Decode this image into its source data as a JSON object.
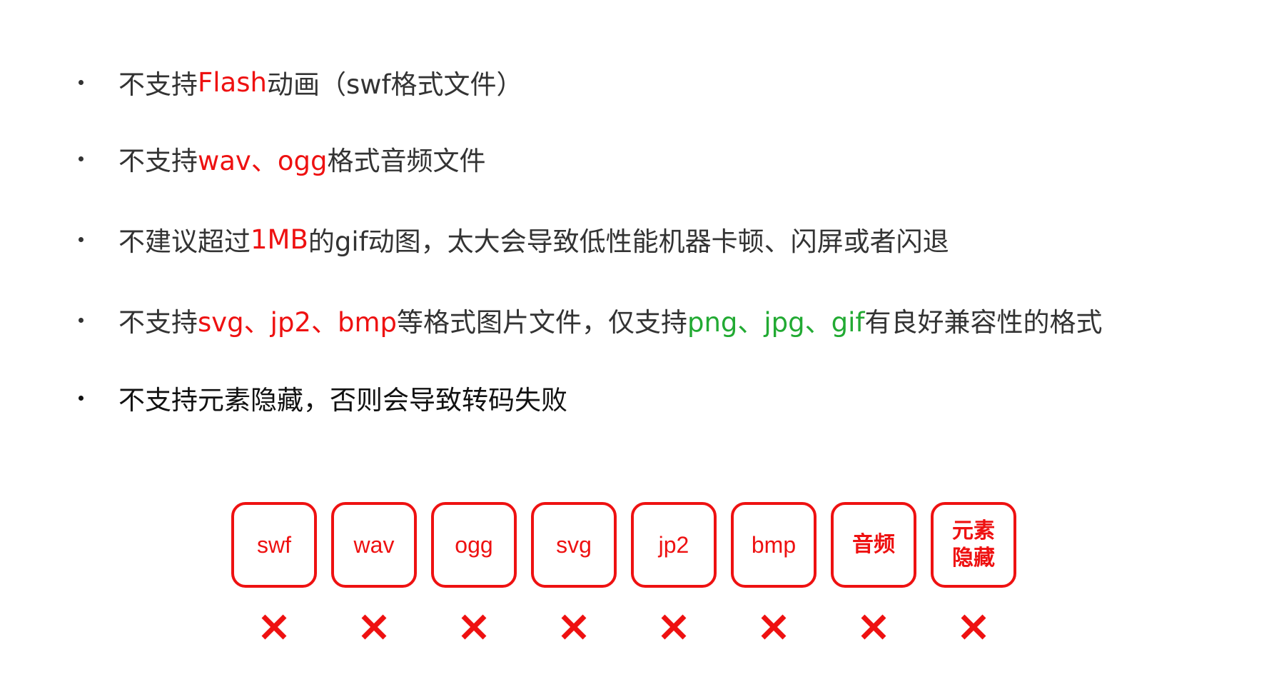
{
  "bullets": [
    {
      "segments": [
        {
          "text": "不支持",
          "color": "default"
        },
        {
          "text": "Flash",
          "color": "red"
        },
        {
          "text": "动画（swf格式文件）",
          "color": "default"
        }
      ]
    },
    {
      "segments": [
        {
          "text": "不支持",
          "color": "default"
        },
        {
          "text": "wav、ogg",
          "color": "red"
        },
        {
          "text": "格式音频文件",
          "color": "default"
        }
      ]
    },
    {
      "segments": [
        {
          "text": "不建议超过",
          "color": "default"
        },
        {
          "text": "1MB",
          "color": "red"
        },
        {
          "text": "的gif动图，太大会导致低性能机器卡顿、闪屏或者闪退",
          "color": "default"
        }
      ]
    },
    {
      "segments": [
        {
          "text": "不支持",
          "color": "default"
        },
        {
          "text": "svg、jp2、bmp",
          "color": "red"
        },
        {
          "text": "等格式图片文件，仅支持",
          "color": "default"
        },
        {
          "text": "png、jpg、gif",
          "color": "green"
        },
        {
          "text": "有良好兼容性的格式",
          "color": "default"
        }
      ]
    },
    {
      "segments": [
        {
          "text": "不支持元素隐藏，否则会导致转码失败",
          "color": "default"
        }
      ]
    }
  ],
  "unsupported_tags": [
    {
      "label": "swf",
      "status": "cross-icon"
    },
    {
      "label": "wav",
      "status": "cross-icon"
    },
    {
      "label": "ogg",
      "status": "cross-icon"
    },
    {
      "label": "svg",
      "status": "cross-icon"
    },
    {
      "label": "jp2",
      "status": "cross-icon"
    },
    {
      "label": "bmp",
      "status": "cross-icon"
    },
    {
      "label": "音频",
      "status": "cross-icon"
    },
    {
      "label": "元素隐藏",
      "status": "cross-icon"
    }
  ],
  "colors": {
    "text": "#333333",
    "highlight_red": "#ee1111",
    "highlight_green": "#22aa33",
    "tag_border": "#ee1111"
  }
}
